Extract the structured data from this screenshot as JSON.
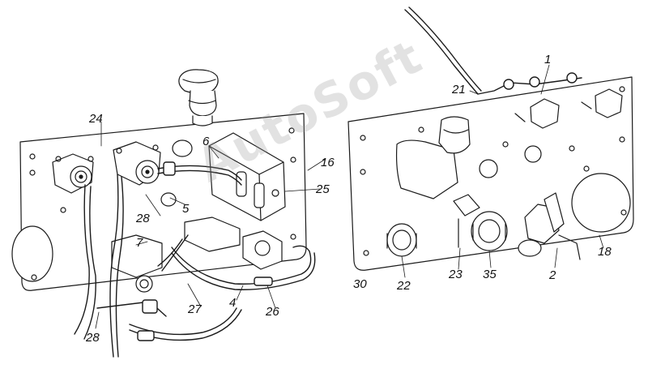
{
  "watermark": "AutoSoft",
  "callouts": {
    "c24": "24",
    "c6": "6",
    "c16": "16",
    "c25": "25",
    "c5": "5",
    "c28a": "28",
    "c7": "7",
    "c27": "27",
    "c4": "4",
    "c26": "26",
    "c28b": "28",
    "c1": "1",
    "c21": "21",
    "c18": "18",
    "c30": "30",
    "c22": "22",
    "c23": "23",
    "c35": "35",
    "c2": "2"
  }
}
